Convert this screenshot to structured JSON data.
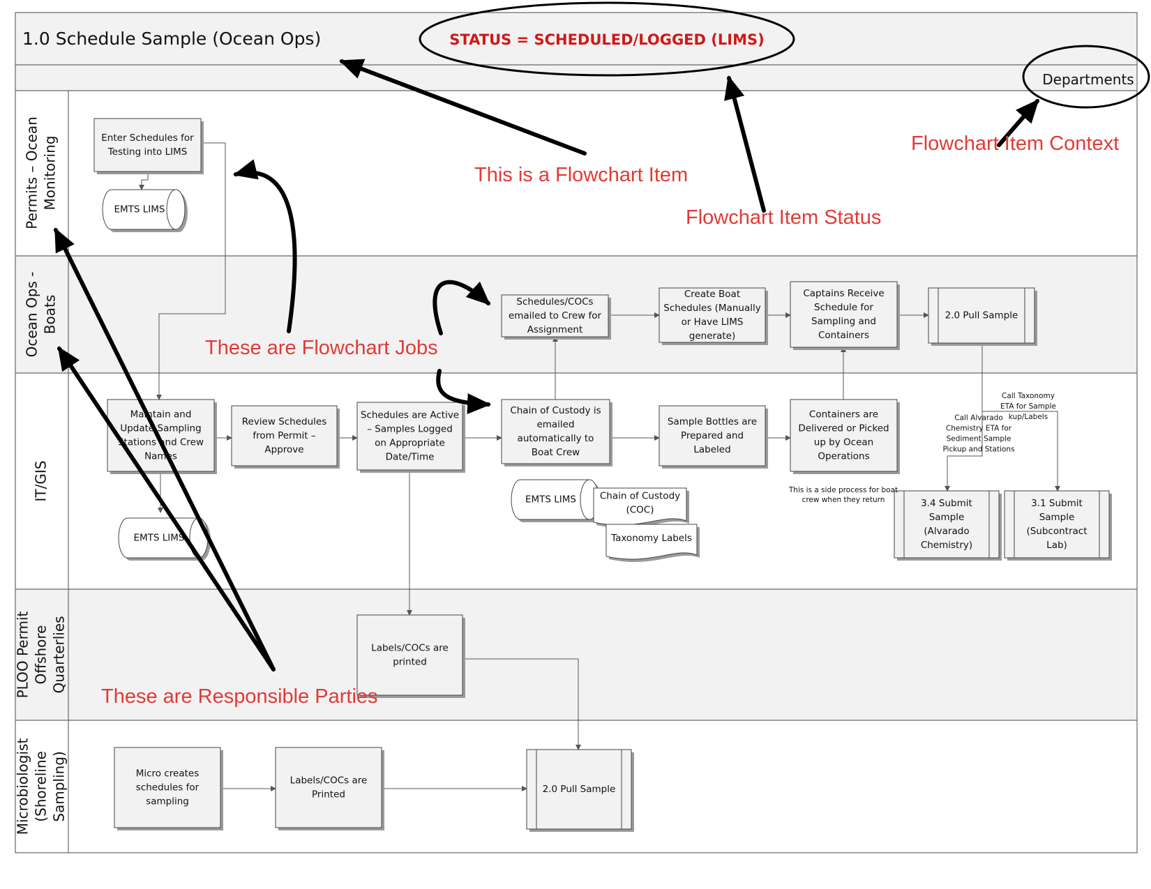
{
  "header": {
    "title": "1.0 Schedule Sample (Ocean Ops)",
    "status": "STATUS = SCHEDULED/LOGGED  (LIMS)",
    "departments_label": "Departments"
  },
  "lanes": [
    {
      "id": "permits",
      "lines": [
        "Permits – Ocean",
        "Monitoring"
      ]
    },
    {
      "id": "boats",
      "lines": [
        "Ocean Ops -",
        "Boats"
      ]
    },
    {
      "id": "itgis",
      "lines": [
        "IT/GIS"
      ]
    },
    {
      "id": "ploo",
      "lines": [
        "PLOO Permit",
        "Offshore",
        "Quarterlies"
      ]
    },
    {
      "id": "micro",
      "lines": [
        "Microbiologist",
        "(Shoreline",
        "Sampling)"
      ]
    }
  ],
  "nodes": [
    {
      "id": "enter-schedules",
      "lines": [
        "Enter Schedules for",
        "Testing into LIMS"
      ]
    },
    {
      "id": "emts-lims-permits",
      "lines": [
        "EMTS LIMS"
      ]
    },
    {
      "id": "schedules-cocs-emailed",
      "lines": [
        "Schedules/COCs",
        "emailed to Crew for",
        "Assignment"
      ]
    },
    {
      "id": "create-boat-schedules",
      "lines": [
        "Create Boat",
        "Schedules (Manually",
        "or Have LIMS",
        "generate)"
      ]
    },
    {
      "id": "captains-receive",
      "lines": [
        "Captains Receive",
        "Schedule for",
        "Sampling and",
        "Containers"
      ]
    },
    {
      "id": "pull-sample-boats",
      "lines": [
        "2.0 Pull Sample"
      ]
    },
    {
      "id": "maintain-update",
      "lines": [
        "Maintain and",
        "Update Sampling",
        "Stations and Crew",
        "Names"
      ]
    },
    {
      "id": "review-schedules",
      "lines": [
        "Review Schedules",
        "from Permit –",
        "Approve"
      ]
    },
    {
      "id": "schedules-active",
      "lines": [
        "Schedules are Active",
        "– Samples Logged",
        "on Appropriate",
        "Date/Time"
      ]
    },
    {
      "id": "chain-of-custody-emailed",
      "lines": [
        "Chain of Custody is",
        "emailed",
        "automatically to",
        "Boat Crew"
      ]
    },
    {
      "id": "sample-bottles",
      "lines": [
        "Sample Bottles are",
        "Prepared and",
        "Labeled"
      ]
    },
    {
      "id": "containers-delivered",
      "lines": [
        "Containers are",
        "Delivered or Picked",
        "up by Ocean",
        "Operations"
      ]
    },
    {
      "id": "emts-lims-itgis",
      "lines": [
        "EMTS LIMS"
      ]
    },
    {
      "id": "emts-lims-coc",
      "lines": [
        "EMTS LIMS"
      ]
    },
    {
      "id": "chain-of-custody-doc",
      "lines": [
        "Chain of Custody",
        "(COC)"
      ]
    },
    {
      "id": "taxonomy-labels",
      "lines": [
        "Taxonomy Labels"
      ]
    },
    {
      "id": "submit-alvarado",
      "lines": [
        "3.4 Submit",
        "Sample",
        "(Alvarado",
        "Chemistry)"
      ]
    },
    {
      "id": "submit-subcontract",
      "lines": [
        "3.1 Submit",
        "Sample",
        "(Subcontract",
        "Lab)"
      ]
    },
    {
      "id": "labels-cocs-printed-ploo",
      "lines": [
        "Labels/COCs are",
        "printed"
      ]
    },
    {
      "id": "micro-creates",
      "lines": [
        "Micro creates",
        "schedules for",
        "sampling"
      ]
    },
    {
      "id": "labels-cocs-printed-micro",
      "lines": [
        "Labels/COCs are",
        "Printed"
      ]
    },
    {
      "id": "pull-sample-micro",
      "lines": [
        "2.0 Pull Sample"
      ]
    }
  ],
  "notes": [
    {
      "id": "side-process-note",
      "lines": [
        "This is a side process for boat",
        "crew when they return"
      ]
    },
    {
      "id": "call-alvarado-note",
      "lines": [
        "Call Alvarado",
        "Chemistry ETA for",
        "Sediment Sample",
        "Pickup and Stations"
      ]
    },
    {
      "id": "call-taxonomy-note",
      "lines": [
        "Call Taxonomy",
        "ETA for Sample",
        "kup/Labels"
      ]
    }
  ],
  "annotations": {
    "flowchart_item": "This is a Flowchart Item",
    "flowchart_item_context": "Flowchart Item Context",
    "flowchart_item_status": "Flowchart Item Status",
    "flowchart_jobs": "These are Flowchart Jobs",
    "responsible_parties": "These are Responsible Parties"
  },
  "colors": {
    "annotation": "#e23a36",
    "status": "#d01818",
    "lane_shade": "#f2f2f2",
    "node_fill": "#f2f2f2"
  }
}
